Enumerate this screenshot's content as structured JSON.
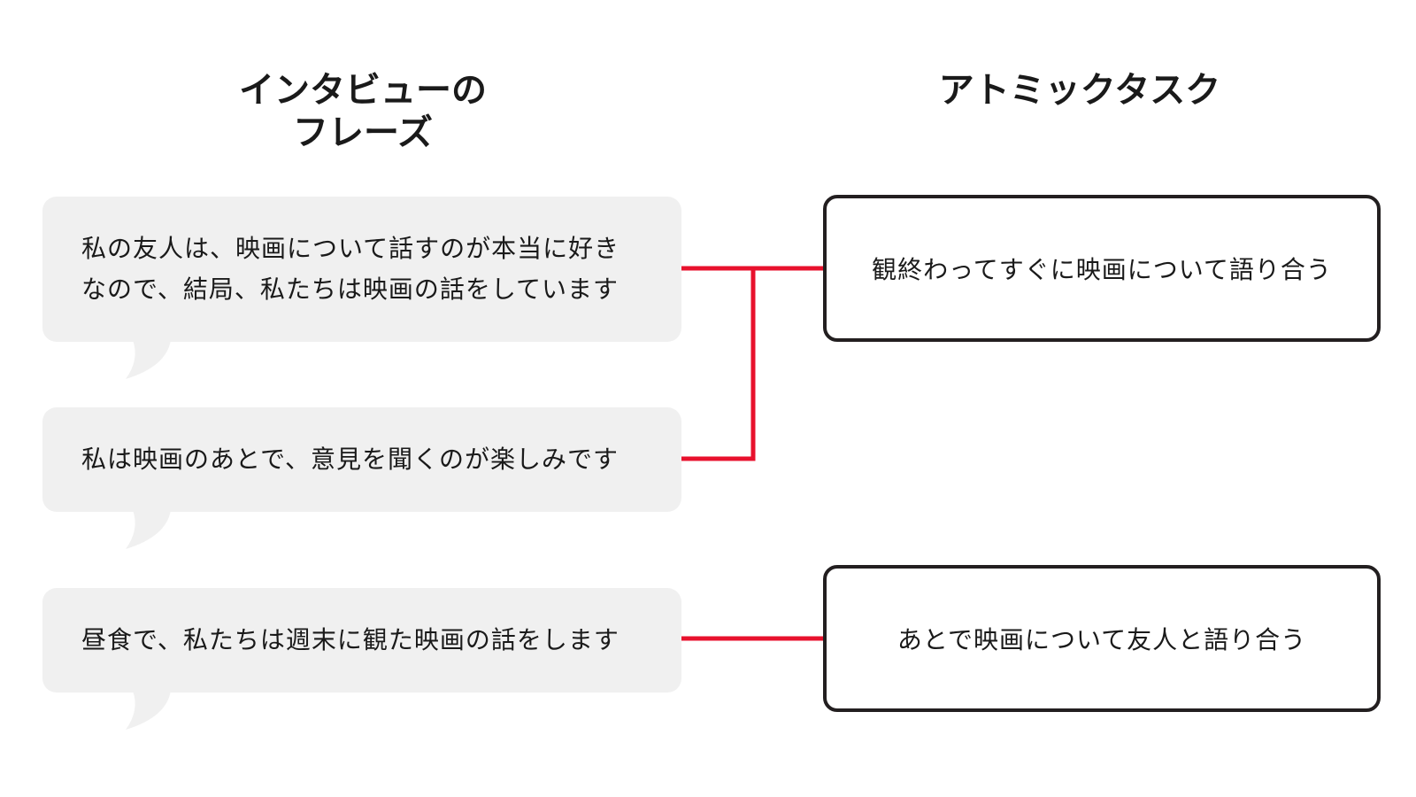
{
  "titles": {
    "left": "インタビューの\nフレーズ",
    "right": "アトミックタスク"
  },
  "phrases": [
    "私の友人は、映画について話すのが本当に好き\nなので、結局、私たちは映画の話をしています",
    "私は映画のあとで、意見を聞くのが楽しみです",
    "昼食で、私たちは週末に観た映画の話をします"
  ],
  "tasks": [
    "観終わってすぐに映画について語り合う",
    "あとで映画について友人と語り合う"
  ],
  "connections": [
    {
      "from_phrase": 0,
      "to_task": 0
    },
    {
      "from_phrase": 1,
      "to_task": 0
    },
    {
      "from_phrase": 2,
      "to_task": 1
    }
  ],
  "colors": {
    "connector": "#e8112d",
    "bubble_fill": "#f0f0f0",
    "task_border": "#231f20"
  }
}
